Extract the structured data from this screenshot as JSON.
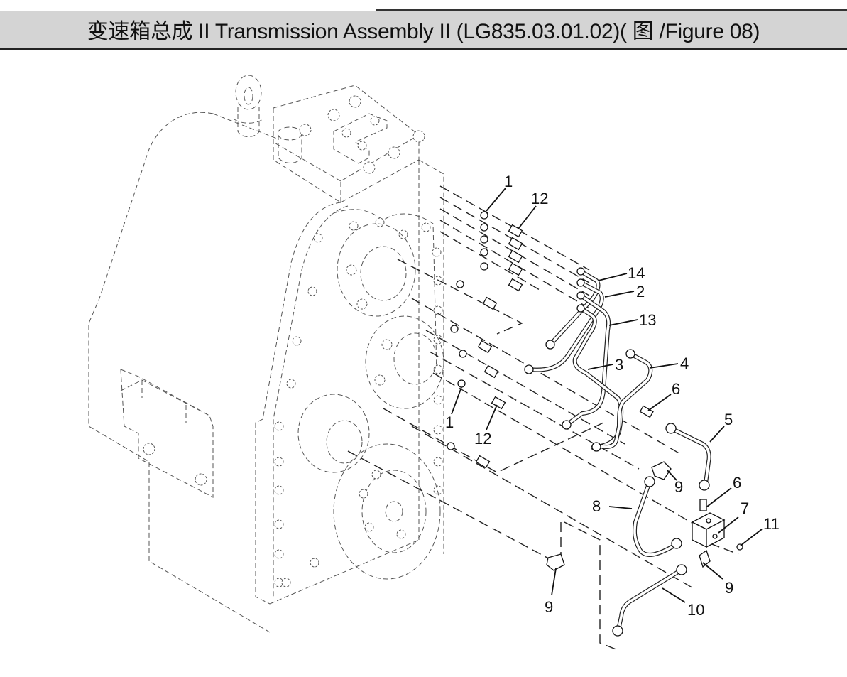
{
  "header": {
    "title": "变速箱总成 II Transmission Assembly II (LG835.03.01.02)( 图 /Figure 08)"
  },
  "diagram": {
    "subject": "transmission assembly exploded view",
    "callouts": [
      {
        "id": "c1a",
        "label": "1"
      },
      {
        "id": "c12a",
        "label": "12"
      },
      {
        "id": "c14",
        "label": "14"
      },
      {
        "id": "c2",
        "label": "2"
      },
      {
        "id": "c13",
        "label": "13"
      },
      {
        "id": "c3",
        "label": "3"
      },
      {
        "id": "c4",
        "label": "4"
      },
      {
        "id": "c6a",
        "label": "6"
      },
      {
        "id": "c5",
        "label": "5"
      },
      {
        "id": "c1b",
        "label": "1"
      },
      {
        "id": "c12b",
        "label": "12"
      },
      {
        "id": "c9a",
        "label": "9"
      },
      {
        "id": "c6b",
        "label": "6"
      },
      {
        "id": "c7",
        "label": "7"
      },
      {
        "id": "c8",
        "label": "8"
      },
      {
        "id": "c11",
        "label": "11"
      },
      {
        "id": "c9b",
        "label": "9"
      },
      {
        "id": "c10",
        "label": "10"
      },
      {
        "id": "c9c",
        "label": "9"
      }
    ]
  }
}
